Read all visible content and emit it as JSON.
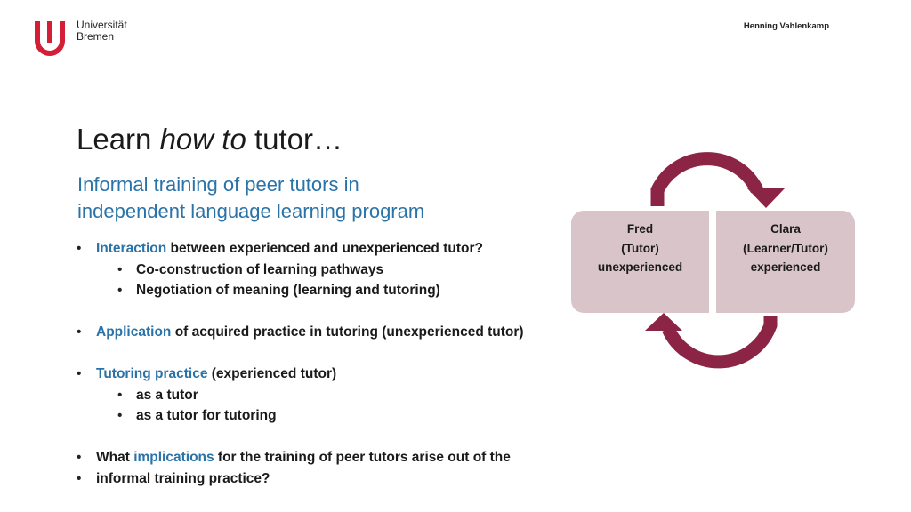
{
  "header": {
    "logo_line1": "Universität",
    "logo_line2": "Bremen",
    "author": "Henning Vahlenkamp"
  },
  "colors": {
    "brand_red": "#d31e36",
    "accent_blue": "#2a73a8",
    "cycle_arrow": "#8b2445",
    "box_fill": "#d8c4c9"
  },
  "title": {
    "part1": "Learn ",
    "emphasis": "how to",
    "part2": " tutor…"
  },
  "subtitle": {
    "line1": "Informal training of peer tutors in",
    "line2": "independent language learning program"
  },
  "bullets": {
    "b1": {
      "highlight": "Interaction",
      "rest": " between experienced and unexperienced tutor?"
    },
    "b1_sub1": "Co-construction of learning pathways",
    "b1_sub2": "Negotiation of meaning (learning and tutoring)",
    "b2": {
      "highlight": "Application",
      "rest": " of acquired practice in tutoring (unexperienced tutor)"
    },
    "b3": {
      "highlight": "Tutoring practice",
      "rest": " (experienced tutor)"
    },
    "b3_sub1": "as a tutor",
    "b3_sub2": "as a tutor for tutoring",
    "b4": {
      "pre": "What ",
      "highlight": "implications",
      "rest": " for the training of peer tutors arise out of the",
      "line2": "informal training practice?"
    }
  },
  "diagram": {
    "left": {
      "name": "Fred",
      "role": "(Tutor)",
      "status": "unexperienced"
    },
    "right": {
      "name": "Clara",
      "role": "(Learner/Tutor)",
      "status": "experienced"
    },
    "icons": [
      "cycle-arrow-top-icon",
      "cycle-arrow-bottom-icon"
    ]
  }
}
